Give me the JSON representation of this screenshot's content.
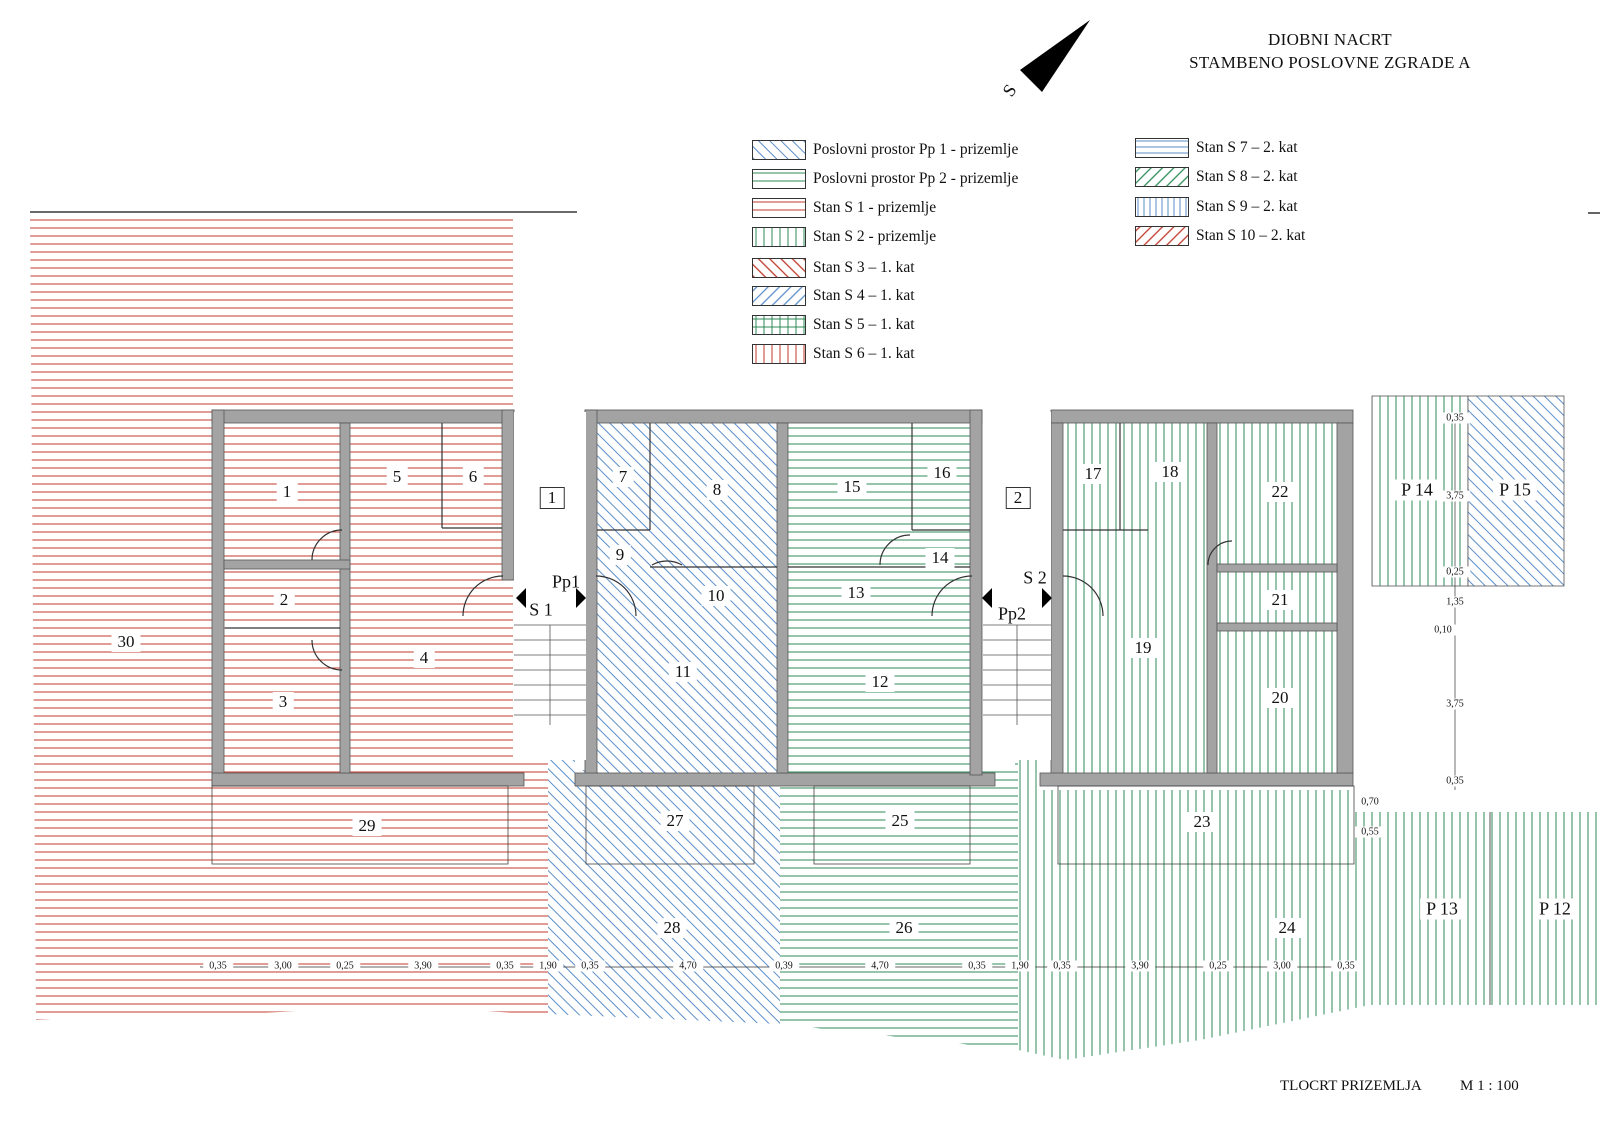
{
  "title": {
    "line1": "DIOBNI NACRT",
    "line2": "STAMBENO POSLOVNE ZGRADE A"
  },
  "north_arrow": {
    "label": "S",
    "icon": "north-arrow-icon"
  },
  "footer": {
    "plan_name": "TLOCRT PRIZEMLJA",
    "scale": "M 1 : 100"
  },
  "colors": {
    "red": "#c0392b",
    "blue": "#5b8ec9",
    "green": "#2e8b57",
    "wall": "#9a9a9a"
  },
  "legend": [
    {
      "label": "Poslovni prostor Pp 1 - prizemlje",
      "pattern": "pat-pp1"
    },
    {
      "label": "Poslovni prostor Pp 2 - prizemlje",
      "pattern": "pat-pp2"
    },
    {
      "label": "Stan S 1 - prizemlje",
      "pattern": "pat-s1"
    },
    {
      "label": "Stan S 2 - prizemlje",
      "pattern": "pat-s2"
    },
    {
      "label": "Stan S 3 – 1. kat",
      "pattern": "pat-s3"
    },
    {
      "label": "Stan S 4 – 1. kat",
      "pattern": "pat-s4"
    },
    {
      "label": "Stan S 5 – 1. kat",
      "pattern": "pat-s5"
    },
    {
      "label": "Stan S 6 – 1. kat",
      "pattern": "pat-s6"
    },
    {
      "label": "Stan S 7 – 2. kat",
      "pattern": "pat-s7"
    },
    {
      "label": "Stan S 8 – 2. kat",
      "pattern": "pat-s8"
    },
    {
      "label": "Stan S 9 – 2. kat",
      "pattern": "pat-s9"
    },
    {
      "label": "Stan S 10 – 2. kat",
      "pattern": "pat-s10"
    }
  ],
  "rooms": [
    "1",
    "2",
    "3",
    "4",
    "5",
    "6",
    "7",
    "8",
    "9",
    "10",
    "11",
    "12",
    "13",
    "14",
    "15",
    "16",
    "17",
    "18",
    "19",
    "20",
    "21",
    "22",
    "23",
    "24",
    "25",
    "26",
    "27",
    "28",
    "29",
    "30"
  ],
  "stairs": [
    "1",
    "2"
  ],
  "parking": [
    "P 12",
    "P 13",
    "P 14",
    "P 15"
  ],
  "entrances": [
    "S 1",
    "Pp1",
    "Pp2",
    "S 2"
  ],
  "dims_bottom": [
    "0,35",
    "3,00",
    "0,25",
    "3,90",
    "0,35",
    "1,90",
    "0,35",
    "4,70",
    "0,39",
    "4,70",
    "0,35",
    "1,90",
    "0,35",
    "3,90",
    "0,25",
    "3,00",
    "0,35"
  ],
  "dims_right": [
    "0,35",
    "3,75",
    "0,25",
    "1,35",
    "0,10",
    "3,75",
    "0,35",
    "0,70",
    "0,55"
  ]
}
